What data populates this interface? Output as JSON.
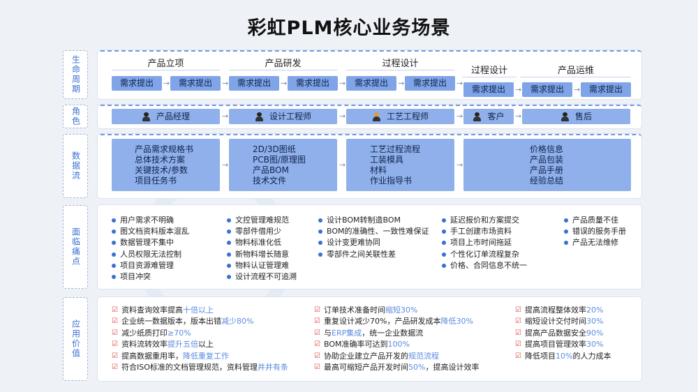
{
  "title": "彩虹PLM核心业务场景",
  "row_labels": {
    "lifecycle": "生命周期",
    "role": "角色",
    "dataflow": "数据流",
    "painpoints": "面临痛点",
    "value": "应用价值"
  },
  "stages": [
    {
      "name": "产品立项",
      "items": [
        "需求提出",
        "需求提出"
      ]
    },
    {
      "name": "产品研发",
      "items": [
        "需求提出",
        "需求提出"
      ]
    },
    {
      "name": "过程设计",
      "items": [
        "需求提出",
        "需求提出"
      ]
    },
    {
      "name": "过程设计",
      "items": [
        "需求提出"
      ]
    },
    {
      "name": "产品运维",
      "items": [
        "需求提出",
        "需求提出"
      ]
    }
  ],
  "roles": [
    "产品经理",
    "设计工程师",
    "工艺工程师",
    "客户",
    "售后"
  ],
  "dataflow": [
    [
      "产品需求规格书",
      "总体技术方案",
      "关键技术/参数",
      "项目任务书"
    ],
    [
      "2D/3D图纸",
      "PCB图/原理图",
      "产品BOM",
      "技术文件"
    ],
    [
      "工艺过程流程",
      "工装模具",
      "材料",
      "作业指导书"
    ],
    [
      "价格信息",
      "产品包装",
      "产品手册",
      "经验总结"
    ]
  ],
  "painpoints": [
    [
      "用户需求不明确",
      "图文档资料版本混乱",
      "数据管理不集中",
      "人员权限无法控制",
      "项目资源难管理",
      "项目冲突"
    ],
    [
      "文控管理难规范",
      "零部件借用少",
      "物料标准化低",
      "新物料增长随意",
      "物料认证管理难",
      "设计流程不可追溯"
    ],
    [
      "设计BOM转制造BOM",
      "BOM的准确性、一致性难保证",
      "设计变更难协同",
      "零部件之间关联性差"
    ],
    [
      "延迟报价和方案提交",
      "手工创建市场资料",
      "项目上市时间拖延",
      "个性化订单流程复杂",
      "价格、合同信息不统一"
    ],
    [
      "产品质量不佳",
      "错误的服务手册",
      "产品无法维修"
    ]
  ],
  "values": [
    [
      {
        "text": "资料查询效率提高",
        "hl": "十倍以上"
      },
      {
        "text": "企业统一数据版本，版本出错",
        "hl": "减少80%"
      },
      {
        "text": "减少纸质打印",
        "hl": "≥70%"
      },
      {
        "text": "资料流转效率",
        "hl": "提升五倍",
        "tail": "以上"
      },
      {
        "text": "提高数据重用率，",
        "hl": "降低重复工作"
      },
      {
        "text": "符合ISO标准的文档管理规范，资料管理",
        "hl": "井井有条"
      }
    ],
    [
      {
        "text": "订单技术准备时间",
        "hl": "缩短30%"
      },
      {
        "text": "重复设计减少70%，产品研发成本",
        "hl": "降低30%"
      },
      {
        "text": "与",
        "hl": "ERP集成",
        "tail": "，统一企业数据流"
      },
      {
        "text": "BOM准确率可达到",
        "hl": "100%"
      },
      {
        "text": "协助企业建立产品开发的",
        "hl": "规范流程"
      },
      {
        "text": "最高可缩短产品开发时间",
        "hl": "50%",
        "tail": "，提高设计效率"
      }
    ],
    [
      {
        "text": "提高流程整体效率",
        "hl": "20%"
      },
      {
        "text": "缩短设计交付时间",
        "hl": "30%"
      },
      {
        "text": "提高产品数据安全",
        "hl": "90%"
      },
      {
        "text": "提高项目管理效率",
        "hl": "30%"
      },
      {
        "text": "降低项目",
        "hl": "10%",
        "tail": "的人力成本"
      }
    ]
  ],
  "colors": {
    "accent": "#3b6fd1",
    "box": "#8fb0ea",
    "button": "#7fa5e8",
    "highlight": "#5a8ce0"
  }
}
